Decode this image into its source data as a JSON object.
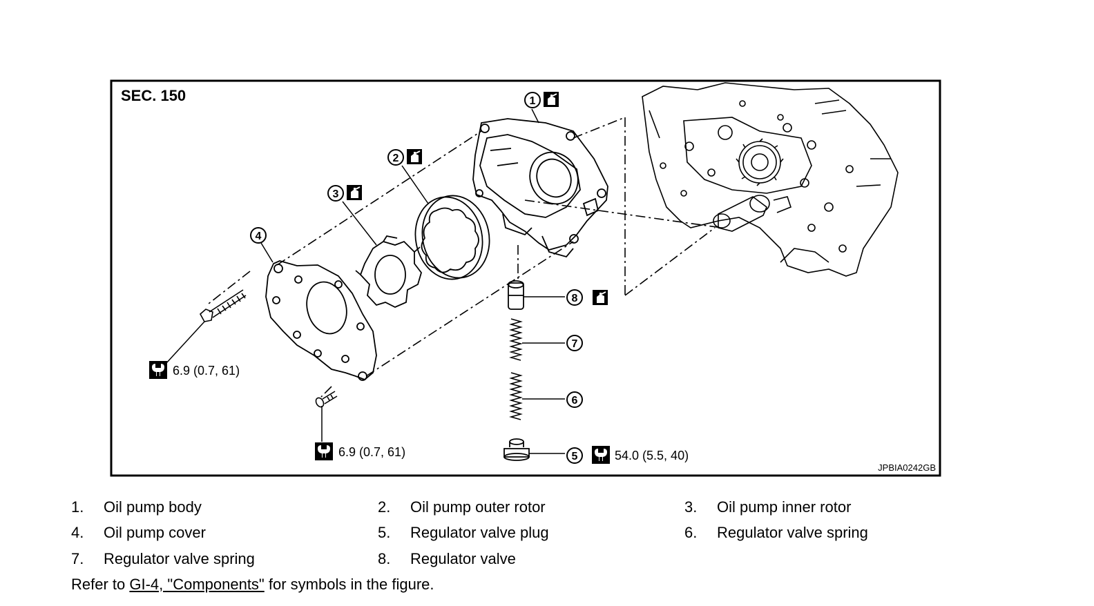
{
  "figure": {
    "section_label": "SEC. 150",
    "image_code": "JPBIA0242GB",
    "torque_labels": [
      "6.9 (0.7, 61)",
      "6.9 (0.7, 61)",
      "54.0 (5.5, 40)"
    ],
    "callouts": [
      "1",
      "2",
      "3",
      "4",
      "5",
      "6",
      "7",
      "8"
    ],
    "icons": {
      "lubricate": "oil-can-icon",
      "torque": "torque-wrench-icon"
    }
  },
  "legend": [
    {
      "num": "1.",
      "label": "Oil pump body"
    },
    {
      "num": "2.",
      "label": "Oil pump outer rotor"
    },
    {
      "num": "3.",
      "label": "Oil pump inner rotor"
    },
    {
      "num": "4.",
      "label": "Oil pump cover"
    },
    {
      "num": "5.",
      "label": "Regulator valve plug"
    },
    {
      "num": "6.",
      "label": "Regulator valve spring"
    },
    {
      "num": "7.",
      "label": "Regulator valve spring"
    },
    {
      "num": "8.",
      "label": "Regulator valve"
    }
  ],
  "footnote": {
    "prefix": "Refer to ",
    "link_text": "GI-4, \"Components\"",
    "suffix": " for symbols in the figure."
  }
}
